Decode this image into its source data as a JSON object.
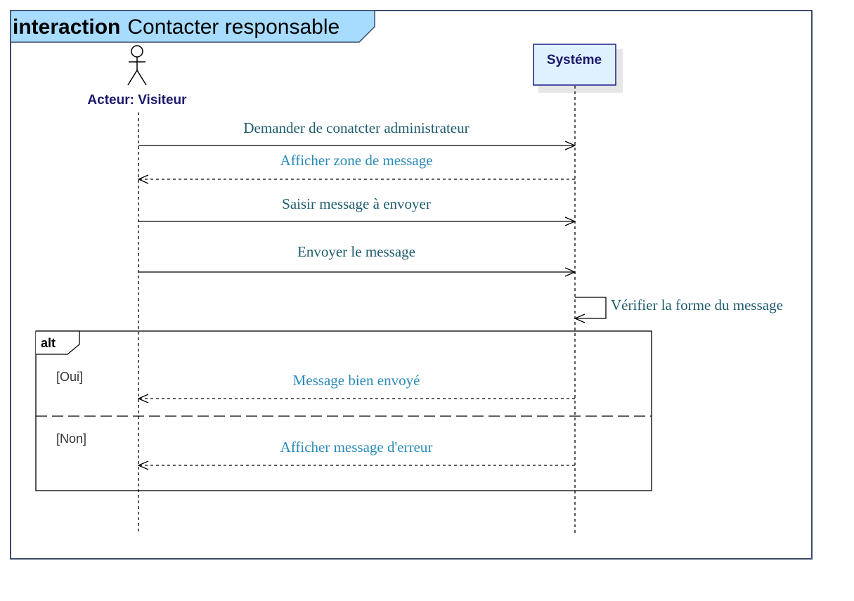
{
  "frame": {
    "keyword": "interaction",
    "name": "Contacter responsable"
  },
  "lifelines": {
    "actor_label": "Acteur: Visiteur",
    "system_label": "Systéme"
  },
  "messages": [
    {
      "label": "Demander de conatcter administrateur",
      "kind": "sync"
    },
    {
      "label": "Afficher zone de message",
      "kind": "reply"
    },
    {
      "label": "Saisir message à envoyer",
      "kind": "sync"
    },
    {
      "label": "Envoyer le message",
      "kind": "sync"
    },
    {
      "label": "Vérifier la forme du message",
      "kind": "self"
    }
  ],
  "alt": {
    "operator": "alt",
    "operands": [
      {
        "guard": "[Oui]",
        "message": "Message bien envoyé"
      },
      {
        "guard": "[Non]",
        "message": "Afficher message d'erreur"
      }
    ]
  },
  "colors": {
    "frame_tab_fill": "#a8dcff",
    "frame_border": "#3a4a6b",
    "sync_text": "#1f5c6e",
    "reply_text": "#2a8ab8",
    "system_box_fill": "#dff0ff",
    "system_box_border": "#1a1a8a"
  }
}
